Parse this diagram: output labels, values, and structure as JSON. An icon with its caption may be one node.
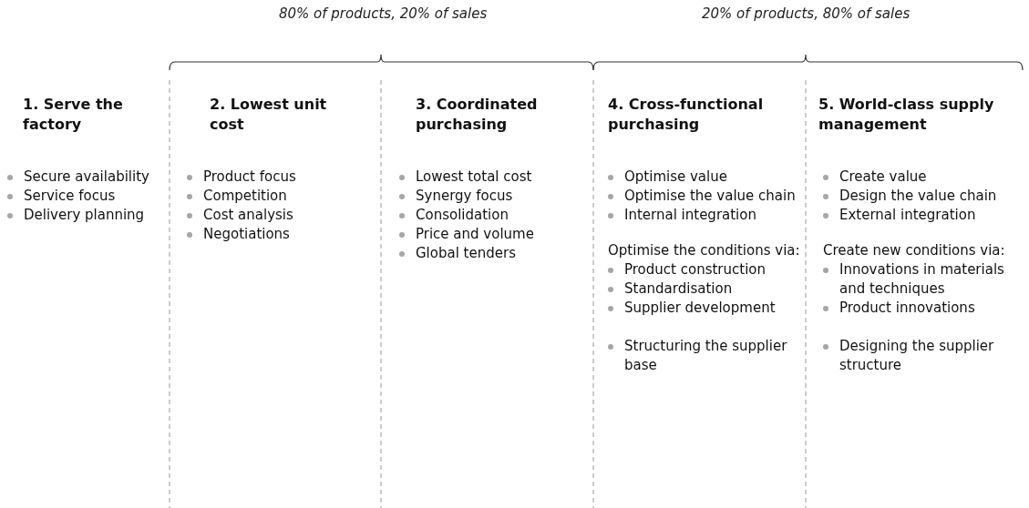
{
  "diagram": {
    "labels": [
      "80% of products, 20% of sales",
      "20% of products, 80% of sales",
      "1. Serve the factory",
      "Secure availability",
      "Service focus",
      "Delivery planning",
      "2. Lowest unit cost",
      "Product focus",
      "Competition",
      "Cost analysis",
      "Negotiations",
      "3. Coordinated purchasing",
      "Lowest total cost",
      "Synergy focus",
      "Consolidation",
      "Price and volume",
      "Global tenders",
      "4. Cross-functional purchasing",
      "Optimise value",
      "Optimise the value chain",
      "Internal integration",
      "Optimise the conditions via:",
      "Product construction",
      "Standardisation",
      "Supplier development",
      "Structuring the supplier base",
      "5. World-class supply management",
      "Create value",
      "Design the value chain",
      "External integration",
      "Create new conditions via:",
      "Innovations in materials and techniques",
      "Product innovations",
      "Designing the supplier structure"
    ]
  }
}
